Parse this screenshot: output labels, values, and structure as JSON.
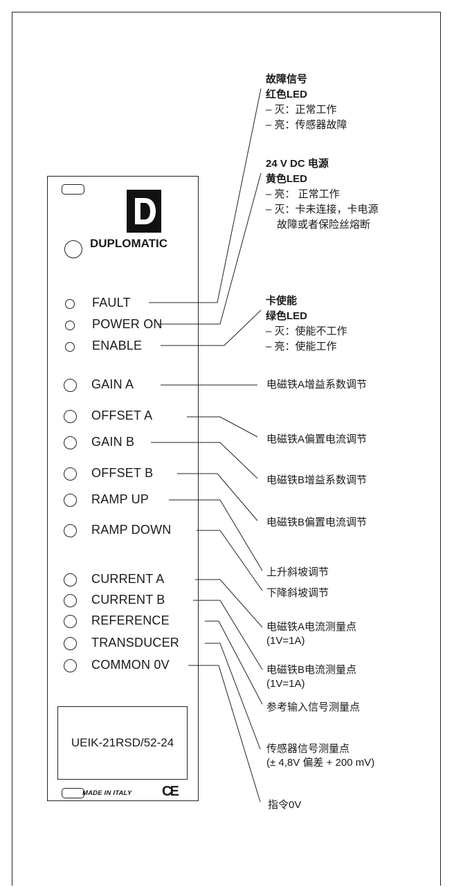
{
  "panel": {
    "brand": "DUPLOMATIC",
    "model": "UEIK-21RSD/52-24",
    "made_in": "MADE IN ITALY",
    "ce_mark": "CE",
    "logo_icon": "duplomatic-d-logo-icon",
    "labels": {
      "fault": "FAULT",
      "power_on": "POWER ON",
      "enable": "ENABLE",
      "gain_a": "GAIN A",
      "offset_a": "OFFSET A",
      "gain_b": "GAIN B",
      "offset_b": "OFFSET B",
      "ramp_up": "RAMP UP",
      "ramp_down": "RAMP DOWN",
      "current_a": "CURRENT A",
      "current_b": "CURRENT B",
      "reference": "REFERENCE",
      "transducer": "TRANSDUCER",
      "common_0v": "COMMON 0V"
    }
  },
  "annotations": {
    "fault": {
      "title": "故障信号",
      "subtitle": "红色LED",
      "line1": "– 灭：正常工作",
      "line2": "– 亮：传感器故障"
    },
    "power": {
      "title": "24 V DC 电源",
      "subtitle": "黄色LED",
      "line1": "– 亮： 正常工作",
      "line2": "– 灭：卡未连接，卡电源",
      "line3": "故障或者保险丝熔断"
    },
    "enable": {
      "title": "卡使能",
      "subtitle": "绿色LED",
      "line1": "– 灭：使能不工作",
      "line2": "– 亮：使能工作"
    },
    "gain_a": "电磁铁A增益系数调节",
    "offset_a": "电磁铁A偏置电流调节",
    "gain_b": "电磁铁B增益系数调节",
    "offset_b": "电磁铁B偏置电流调节",
    "ramp_up": "上升斜坡调节",
    "ramp_down": "下降斜坡调节",
    "current_a": {
      "line1": "电磁铁A电流测量点",
      "line2": "(1V=1A)"
    },
    "current_b": {
      "line1": "电磁铁B电流测量点",
      "line2": "(1V=1A)"
    },
    "reference": "参考输入信号测量点",
    "transducer": {
      "line1": "传感器信号测量点",
      "line2": "(± 4,8V 偏差 + 200 mV)"
    },
    "common_0v": "指令0V"
  }
}
